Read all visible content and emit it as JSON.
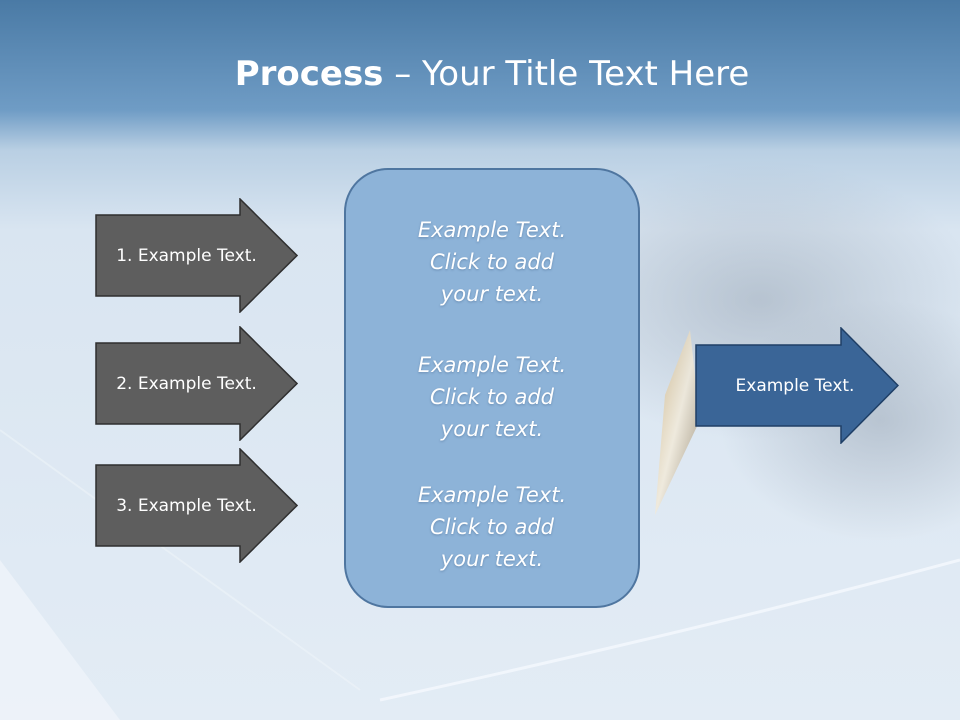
{
  "title": {
    "bold": "Process",
    "rest": " – Your Title Text Here"
  },
  "left_arrows": [
    {
      "label": "1. Example Text."
    },
    {
      "label": "2. Example Text."
    },
    {
      "label": "3. Example Text."
    }
  ],
  "center_blocks": [
    {
      "line1": "Example Text.",
      "line2": "Click  to add",
      "line3": "your text."
    },
    {
      "line1": "Example Text.",
      "line2": "Click  to add",
      "line3": "your text."
    },
    {
      "line1": "Example Text.",
      "line2": "Click  to add",
      "line3": "your text."
    }
  ],
  "right_arrow": {
    "label": "Example Text."
  },
  "colors": {
    "left_arrow_fill": "#5e5e5e",
    "right_arrow_fill": "#3a6597",
    "center_box_fill": "#8db3d8"
  }
}
